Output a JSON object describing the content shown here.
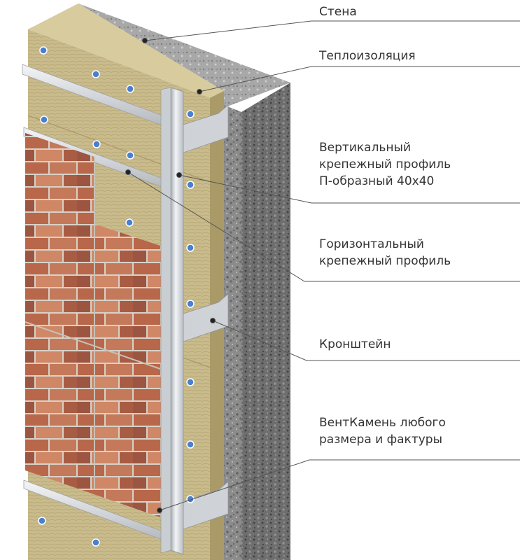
{
  "labels": {
    "wall": "Стена",
    "insulation": "Теплоизоляция",
    "vertical_profile": [
      "Вертикальный",
      "крепежный профиль",
      "П-образный 40х40"
    ],
    "horizontal_profile": [
      "Горизонтальный",
      "крепежный профиль"
    ],
    "bracket": "Кронштейн",
    "ventkamen": [
      "ВентКамень любого",
      "размера и фактуры"
    ]
  },
  "colors": {
    "concrete": "#8f8f8f",
    "concrete_dark": "#5f5f5f",
    "insulation": "#c9bb8c",
    "insulation_dark": "#a99a68",
    "metal": "#d9dde1",
    "brick": "#b8674a",
    "mortar": "#d8d2c8",
    "fastener": "#4a7fd0",
    "leader_line": "#555555",
    "text": "#333333"
  }
}
